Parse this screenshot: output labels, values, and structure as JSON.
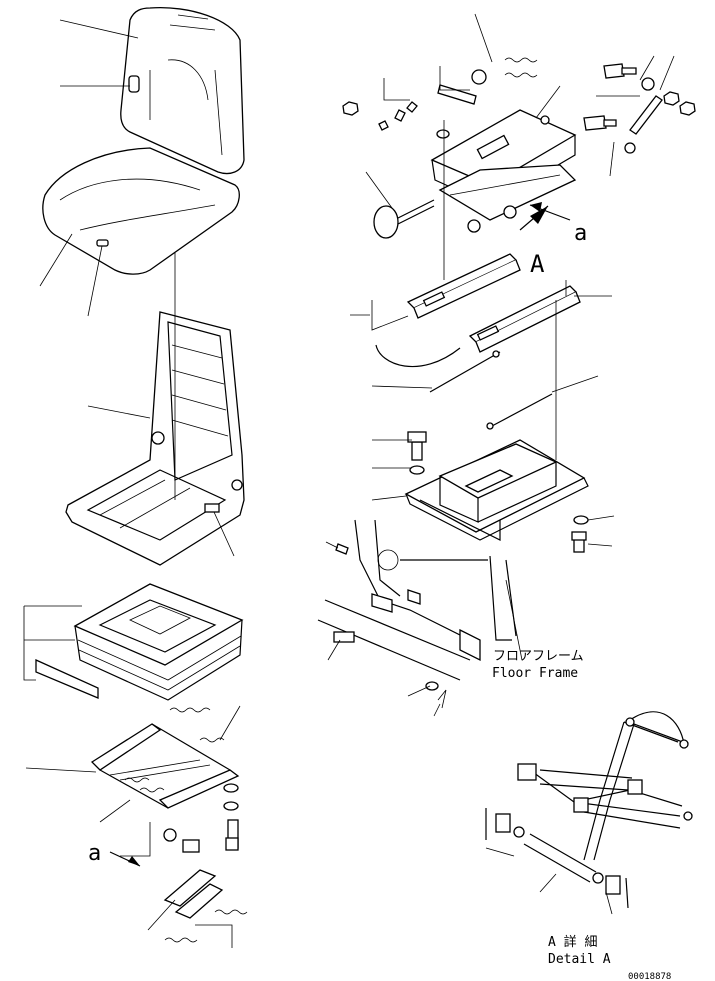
{
  "labels": {
    "view_arrow_a": "a",
    "view_arrow_a_left": "a",
    "detail_marker": "A",
    "floor_frame_jp": "フロアフレーム",
    "floor_frame_en": "Floor Frame",
    "detail_jp": "A 詳 細",
    "detail_en": "Detail A",
    "figure_number": "00018878"
  }
}
